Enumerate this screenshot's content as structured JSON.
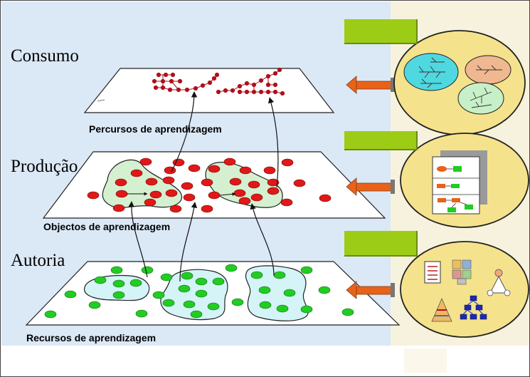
{
  "layers": [
    {
      "title": "Consumo",
      "caption": "Percursos de aprendizagem"
    },
    {
      "title": "Produção",
      "caption": "Objectos de aprendizagem"
    },
    {
      "title": "Autoria",
      "caption": "Recursos de aprendizagem"
    }
  ],
  "colors": {
    "background": "#dbe8f6",
    "right_panel": "#f7f2de",
    "plane_fill": "#ffffff",
    "red_node": "#e01818",
    "green_node": "#22cc22",
    "path_node": "#b0101a",
    "object_blob": "#d4f0d0",
    "resource_blob": "#d4f4f8",
    "green_tab": "#9ccc16",
    "circle_fill": "#f5e28c",
    "arrow": "#e8621a"
  },
  "icons": {
    "consumo_circle": "learning-path-trees-icon",
    "producao_circle": "object-structure-icon",
    "autoria_circle": "resource-types-icon"
  }
}
